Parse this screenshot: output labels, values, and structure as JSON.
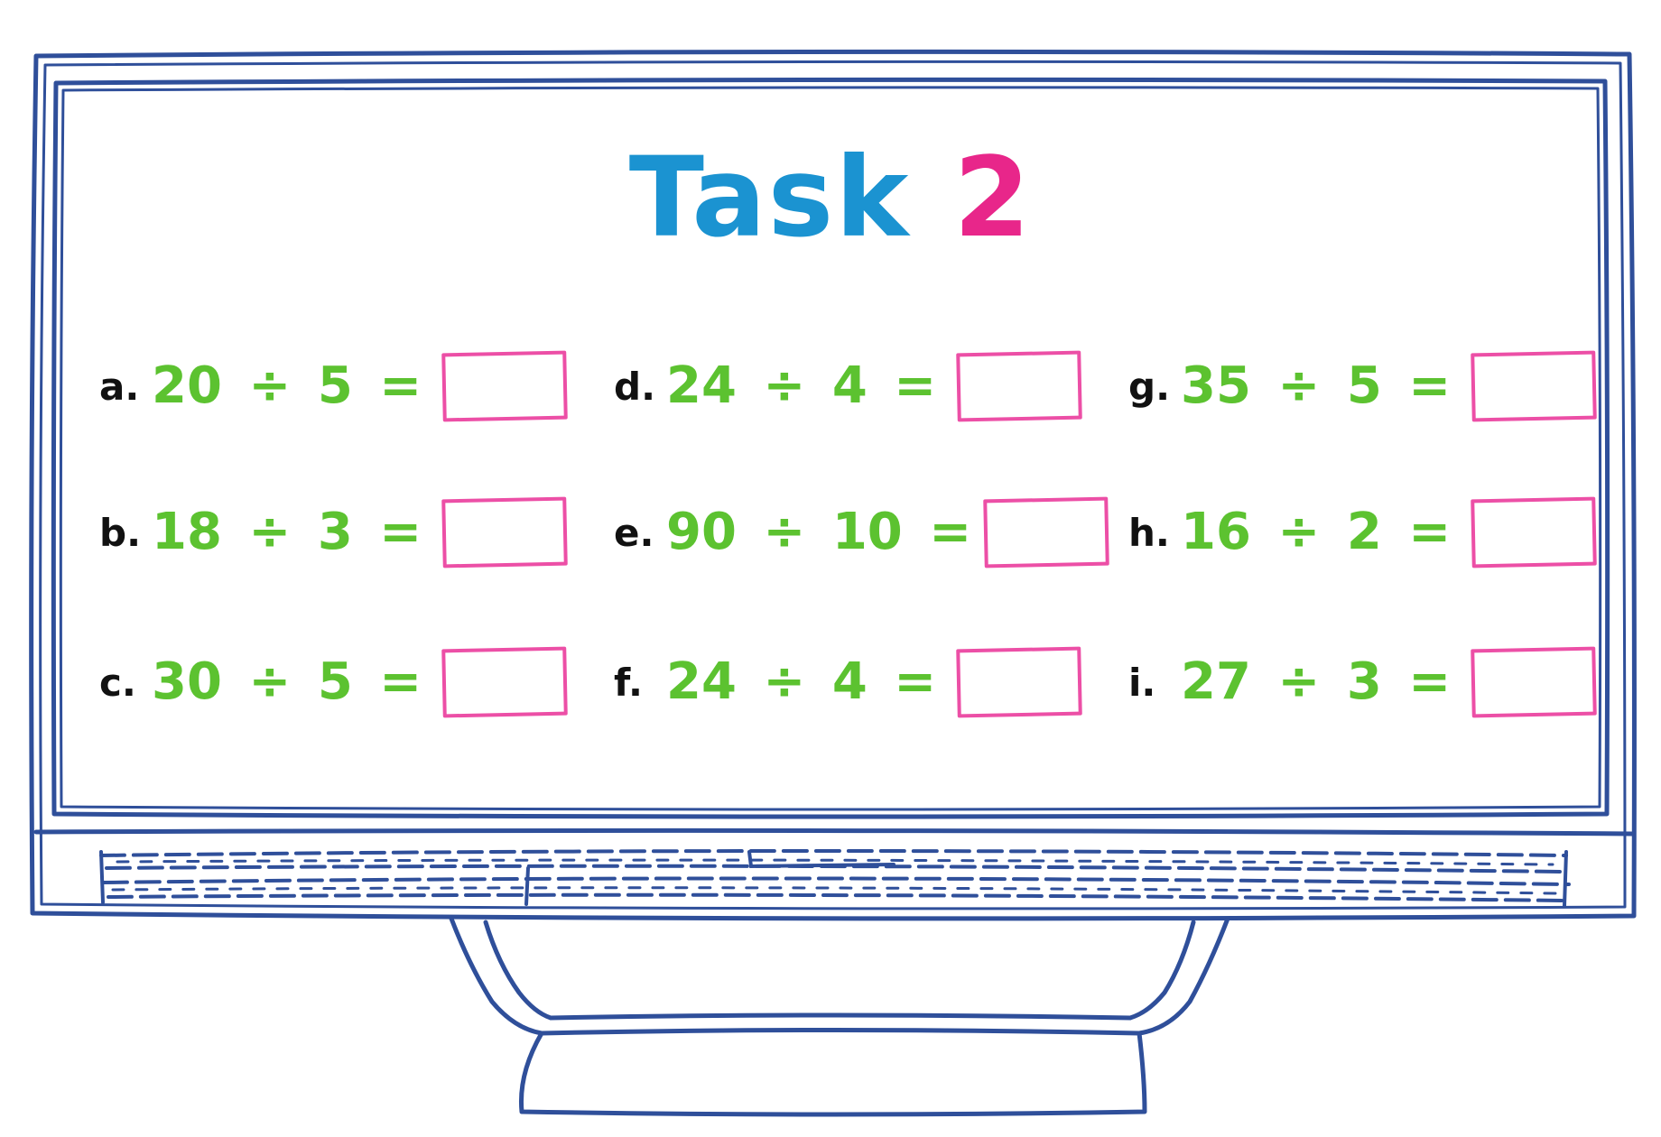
{
  "worksheet": {
    "title_word": "Task",
    "title_number": "2",
    "problems": [
      {
        "label": "a.",
        "expression": "20 ÷ 5 ="
      },
      {
        "label": "b.",
        "expression": "18 ÷ 3 ="
      },
      {
        "label": "c.",
        "expression": "30 ÷ 5 ="
      },
      {
        "label": "d.",
        "expression": "24 ÷ 4 ="
      },
      {
        "label": "e.",
        "expression": "90 ÷ 10 ="
      },
      {
        "label": "f.",
        "expression": "24 ÷ 4 ="
      },
      {
        "label": "g.",
        "expression": "35 ÷ 5 ="
      },
      {
        "label": "h.",
        "expression": "16 ÷ 2 ="
      },
      {
        "label": "i.",
        "expression": "27 ÷ 3 ="
      }
    ]
  },
  "colors": {
    "frame": "#2f4f9a",
    "title_word": "#1b93d1",
    "title_number": "#e8268a",
    "expression": "#5cc230",
    "label": "#111111",
    "answer_box": "#ec4fa6"
  }
}
